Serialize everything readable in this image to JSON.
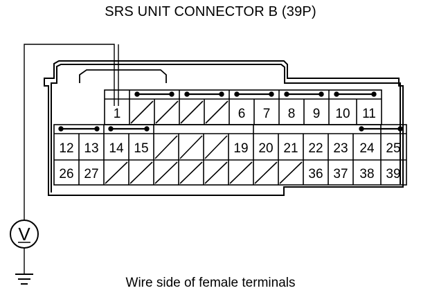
{
  "title": "SRS UNIT CONNECTOR B (39P)",
  "caption": "Wire side of female terminals",
  "meter_symbol": "V",
  "icons": {
    "voltmeter": "voltmeter-icon",
    "ground": "ground-icon"
  },
  "connector": {
    "rows": [
      {
        "row": 1,
        "cells": [
          "1",
          "",
          "",
          "",
          "",
          "6",
          "7",
          "8",
          "9",
          "10",
          "11"
        ]
      },
      {
        "row": 2,
        "cells": [
          "12",
          "13",
          "14",
          "15",
          "",
          "",
          "",
          "19",
          "20",
          "21",
          "22",
          "23",
          "24",
          "25"
        ]
      },
      {
        "row": 3,
        "cells": [
          "26",
          "27",
          "",
          "",
          "",
          "",
          "",
          "",
          "",
          "",
          "36",
          "37",
          "38",
          "39"
        ]
      }
    ]
  }
}
